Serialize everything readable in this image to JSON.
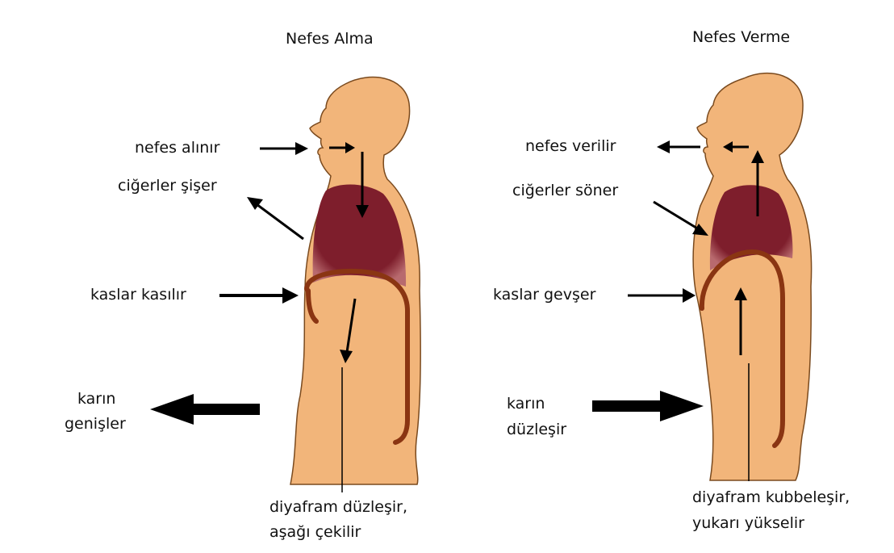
{
  "panels": {
    "inhale": {
      "title": "Nefes Alma",
      "labels": {
        "air": "nefes alınır",
        "lungs": "ciğerler şişer",
        "muscles": "kaslar kasılır",
        "belly_1": "karın",
        "belly_2": "genişler",
        "diaphragm_1": "diyafram düzleşir,",
        "diaphragm_2": "aşağı çekilir"
      }
    },
    "exhale": {
      "title": "Nefes Verme",
      "labels": {
        "air": "nefes verilir",
        "lungs": "ciğerler söner",
        "muscles": "kaslar gevşer",
        "belly_1": "karın",
        "belly_2": "düzleşir",
        "diaphragm_1": "diyafram kubbeleşir,",
        "diaphragm_2": "yukarı yükselir"
      }
    }
  },
  "colors": {
    "body": "#f2b57a",
    "body_outline": "#7a4a1e",
    "lung": "#7e1e2c",
    "diaphragm": "#8a3512",
    "arrow": "#000000"
  }
}
